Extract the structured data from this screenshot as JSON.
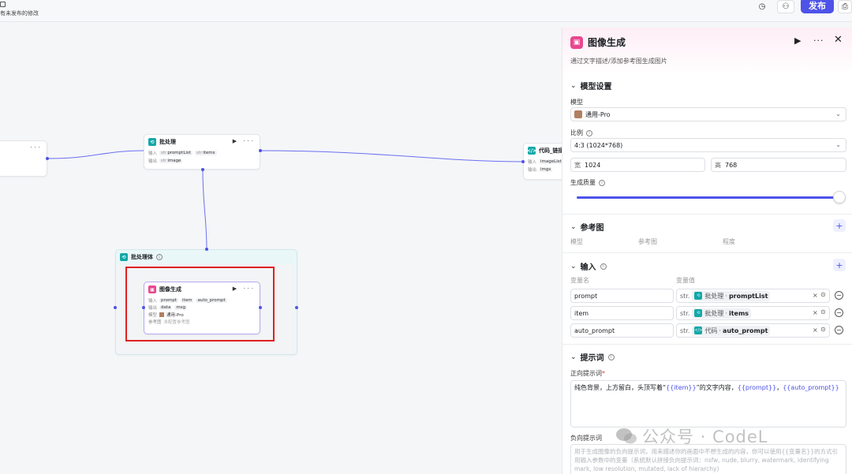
{
  "topbar": {
    "unpublished": "有未发布的修改",
    "publish": "发布"
  },
  "canvas": {
    "left_node_menu": "···",
    "batch_node": {
      "title": "批处理",
      "input_label": "输入",
      "output_label": "输出",
      "inputs": [
        {
          "type": "str",
          "name": "promptList"
        },
        {
          "type": "str",
          "name": "items"
        }
      ],
      "outputs": [
        {
          "type": "str",
          "name": "image"
        }
      ]
    },
    "code_node": {
      "title": "代码_链接",
      "input_label": "输入",
      "output_label": "输出",
      "input": "imageList",
      "output": "imgs"
    },
    "batch_body": {
      "title": "批处理体"
    },
    "image_node": {
      "title": "图像生成",
      "input_label": "输入",
      "output_label": "输出",
      "model_label": "模型",
      "ref_label": "参考图",
      "inputs": [
        "prompt",
        "item",
        "auto_prompt"
      ],
      "outputs": [
        "data",
        "msg"
      ],
      "model": "通用-Pro",
      "ref": "未配置参考图"
    }
  },
  "panel": {
    "title": "图像生成",
    "description": "通过文字描述/添加参考图生成图片",
    "model_section": {
      "title": "模型设置",
      "model_label": "模型",
      "model_value": "通用-Pro",
      "ratio_label": "比例",
      "ratio_value": "4:3 (1024*768)",
      "width_label": "宽",
      "width_value": "1024",
      "height_label": "高",
      "height_value": "768",
      "quality_label": "生成质量",
      "quality_level": 1.0
    },
    "ref_section": {
      "title": "参考图",
      "columns": [
        "模型",
        "参考图",
        "程度"
      ]
    },
    "input_section": {
      "title": "输入",
      "col_name": "变量名",
      "col_value": "变量值",
      "rows": [
        {
          "name": "prompt",
          "type": "str.",
          "source": "批处理",
          "var": "promptList",
          "icon": "batch-icon"
        },
        {
          "name": "item",
          "type": "str.",
          "source": "批处理",
          "var": "items",
          "icon": "batch-icon"
        },
        {
          "name": "auto_prompt",
          "type": "str.",
          "source": "代码",
          "var": "auto_prompt",
          "icon": "code-icon"
        }
      ]
    },
    "prompt_section": {
      "title": "提示词",
      "positive_label": "正向提示词",
      "positive_parts": [
        {
          "text": "纯色背景，上方留白，头顶写着“",
          "var": false
        },
        {
          "text": "{{item}}",
          "var": true
        },
        {
          "text": "”的文字内容，",
          "var": false
        },
        {
          "text": "{{prompt}}",
          "var": true
        },
        {
          "text": "，",
          "var": false
        },
        {
          "text": "{{auto_prompt}}",
          "var": true
        }
      ],
      "negative_label": "负向提示词",
      "negative_placeholder": "用于生成图像的负向提示词，用来描述你的画面中不想生成的内容，你可以使用{{变量名}}的方式引用输入参数中的变量（系统默认拼接负向提示词：nsfw, nude, blurry, watermark, identifying mark, low resolution, mutated, lack of hierarchy)"
    }
  },
  "watermark": "公众号 · CodeL",
  "colors": {
    "accent": "#4d53e8",
    "highlight_box": "#e02020",
    "batch_teal": "#13a8a8",
    "image_pink": "#e8488f"
  }
}
